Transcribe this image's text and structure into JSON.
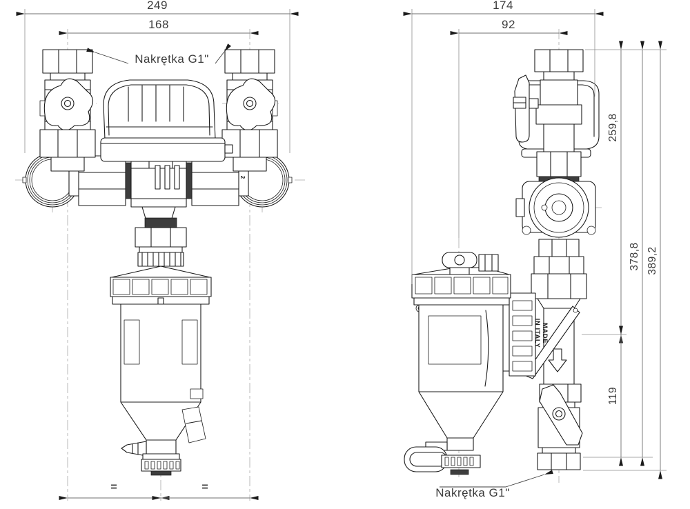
{
  "drawing": {
    "type": "technical-orthographic-views",
    "units": "mm",
    "colors": {
      "background": "#ffffff",
      "part_line": "#1b1b1b",
      "dimension_line": "#6f6f6f",
      "center_line": "#a8a8a8",
      "text": "#3c3c3c"
    },
    "front_view": {
      "dim_overall_width": "249",
      "dim_port_spacing": "168",
      "nut_label": "Nakrętka G1\"",
      "equal_left": "=",
      "equal_right": "=",
      "mold_mark": "2"
    },
    "side_view": {
      "dim_overall_width": "174",
      "dim_center_offset": "92",
      "dim_height_upper": "259,8",
      "dim_height_body": "378,8",
      "dim_height_total": "389,2",
      "dim_height_lower": "119",
      "nut_label": "Nakrętka G1\"",
      "made_in_line1": "MADE",
      "made_in_line2": "IN ITALY"
    }
  }
}
